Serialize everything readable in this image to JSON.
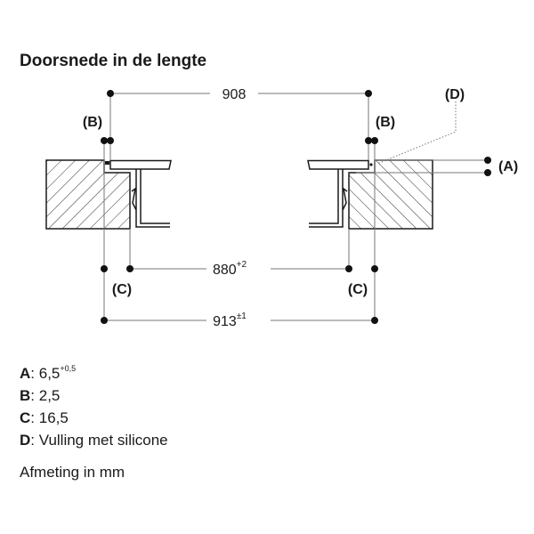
{
  "title": "Doorsnede in de lengte",
  "dimensions": {
    "top": "908",
    "middle": "880",
    "middle_tol": "+2",
    "bottom": "913",
    "bottom_tol": "±1"
  },
  "callouts": {
    "A": "(A)",
    "B": "(B)",
    "C": "(C)",
    "D": "(D)"
  },
  "legend": [
    {
      "key": "A",
      "value": "6,5",
      "tol": "+0,5"
    },
    {
      "key": "B",
      "value": "2,5"
    },
    {
      "key": "C",
      "value": "16,5"
    },
    {
      "key": "D",
      "value": "Vulling met silicone"
    }
  ],
  "unit_note": "Afmeting in mm",
  "colors": {
    "line": "#1a1a1a",
    "dim": "#777777"
  }
}
